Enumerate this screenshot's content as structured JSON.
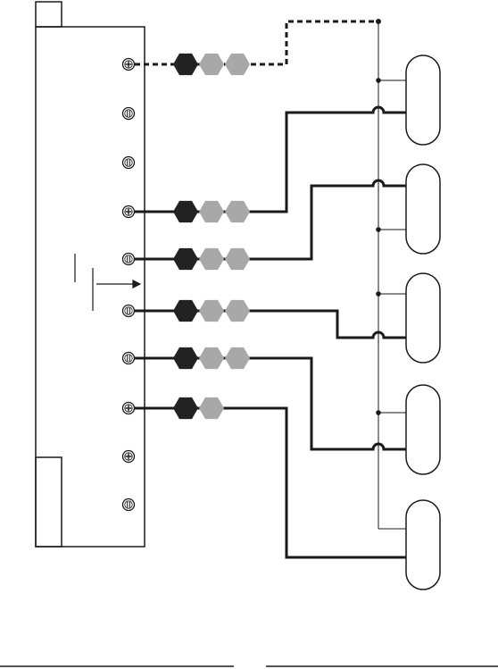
{
  "diagram": {
    "terminal_block": {
      "terminals": [
        {
          "head": "phillips"
        },
        {
          "head": "slotted"
        },
        {
          "head": "slotted"
        },
        {
          "head": "phillips"
        },
        {
          "head": "slotted"
        },
        {
          "head": "slotted"
        },
        {
          "head": "slotted"
        },
        {
          "head": "phillips"
        },
        {
          "head": "phillips"
        },
        {
          "head": "slotted"
        }
      ]
    },
    "ferrite_groups": [
      {
        "terminal": 0,
        "beads": [
          "dark",
          "light",
          "light"
        ],
        "wire": "dashed"
      },
      {
        "terminal": 3,
        "beads": [
          "dark",
          "light",
          "light"
        ],
        "wire": "solid"
      },
      {
        "terminal": 4,
        "beads": [
          "dark",
          "light",
          "light"
        ],
        "wire": "solid"
      },
      {
        "terminal": 5,
        "beads": [
          "dark",
          "light",
          "light"
        ],
        "wire": "solid"
      },
      {
        "terminal": 6,
        "beads": [
          "dark",
          "light",
          "light"
        ],
        "wire": "solid"
      },
      {
        "terminal": 7,
        "beads": [
          "dark",
          "light"
        ],
        "wire": "solid"
      }
    ],
    "load_units": 5,
    "colors": {
      "outline": "#1a1a1a",
      "wire": "#1a1a1a",
      "bead_dark": "#222222",
      "bead_light": "#a8a8a8",
      "background": "#ffffff"
    },
    "icons": [
      "phillips-screw-icon",
      "slotted-screw-icon",
      "ferrite-bead-icon",
      "arrow-icon"
    ]
  }
}
